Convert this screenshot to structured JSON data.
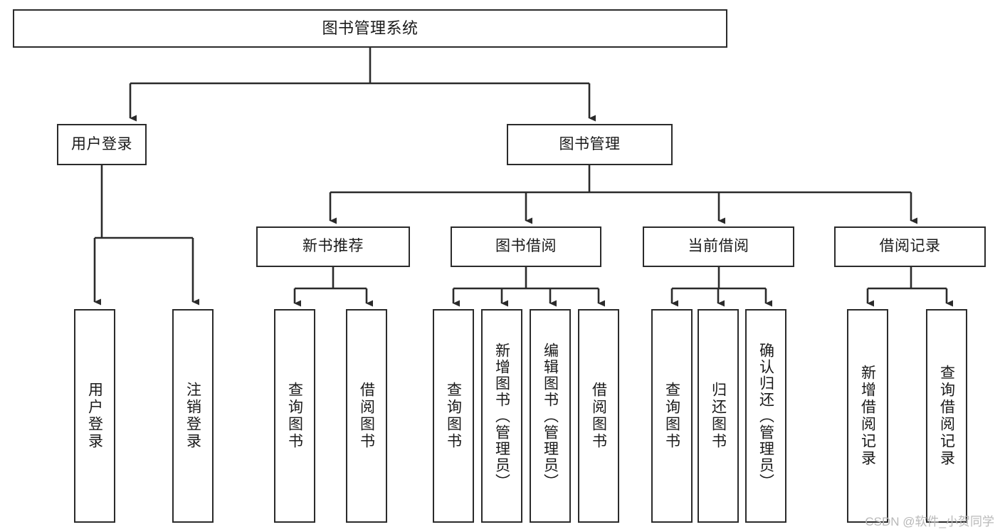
{
  "diagram": {
    "title": "图书管理系统",
    "type": "tree",
    "root": {
      "label": "图书管理系统"
    },
    "level2": [
      {
        "label": "用户登录"
      },
      {
        "label": "图书管理"
      }
    ],
    "level3": [
      {
        "label": "新书推荐"
      },
      {
        "label": "图书借阅"
      },
      {
        "label": "当前借阅"
      },
      {
        "label": "借阅记录"
      }
    ],
    "leaves_user_login": [
      {
        "label": "用户登录"
      },
      {
        "label": "注销登录"
      }
    ],
    "leaves_new_book": [
      {
        "label": "查询图书"
      },
      {
        "label": "借阅图书"
      }
    ],
    "leaves_borrow": [
      {
        "label": "查询图书"
      },
      {
        "label": "新增图书（管理员）"
      },
      {
        "label": "编辑图书（管理员）"
      },
      {
        "label": "借阅图书"
      }
    ],
    "leaves_current": [
      {
        "label": "查询图书"
      },
      {
        "label": "归还图书"
      },
      {
        "label": "确认归还（管理员）"
      }
    ],
    "leaves_record": [
      {
        "label": "新增借阅记录"
      },
      {
        "label": "查询借阅记录"
      }
    ],
    "watermark": "CSDN @软件_小贺同学",
    "colors": {
      "stroke": "#2b2b2b",
      "fill": "#ffffff",
      "text": "#1a1a1a",
      "watermark": "#b9b9b9"
    }
  }
}
